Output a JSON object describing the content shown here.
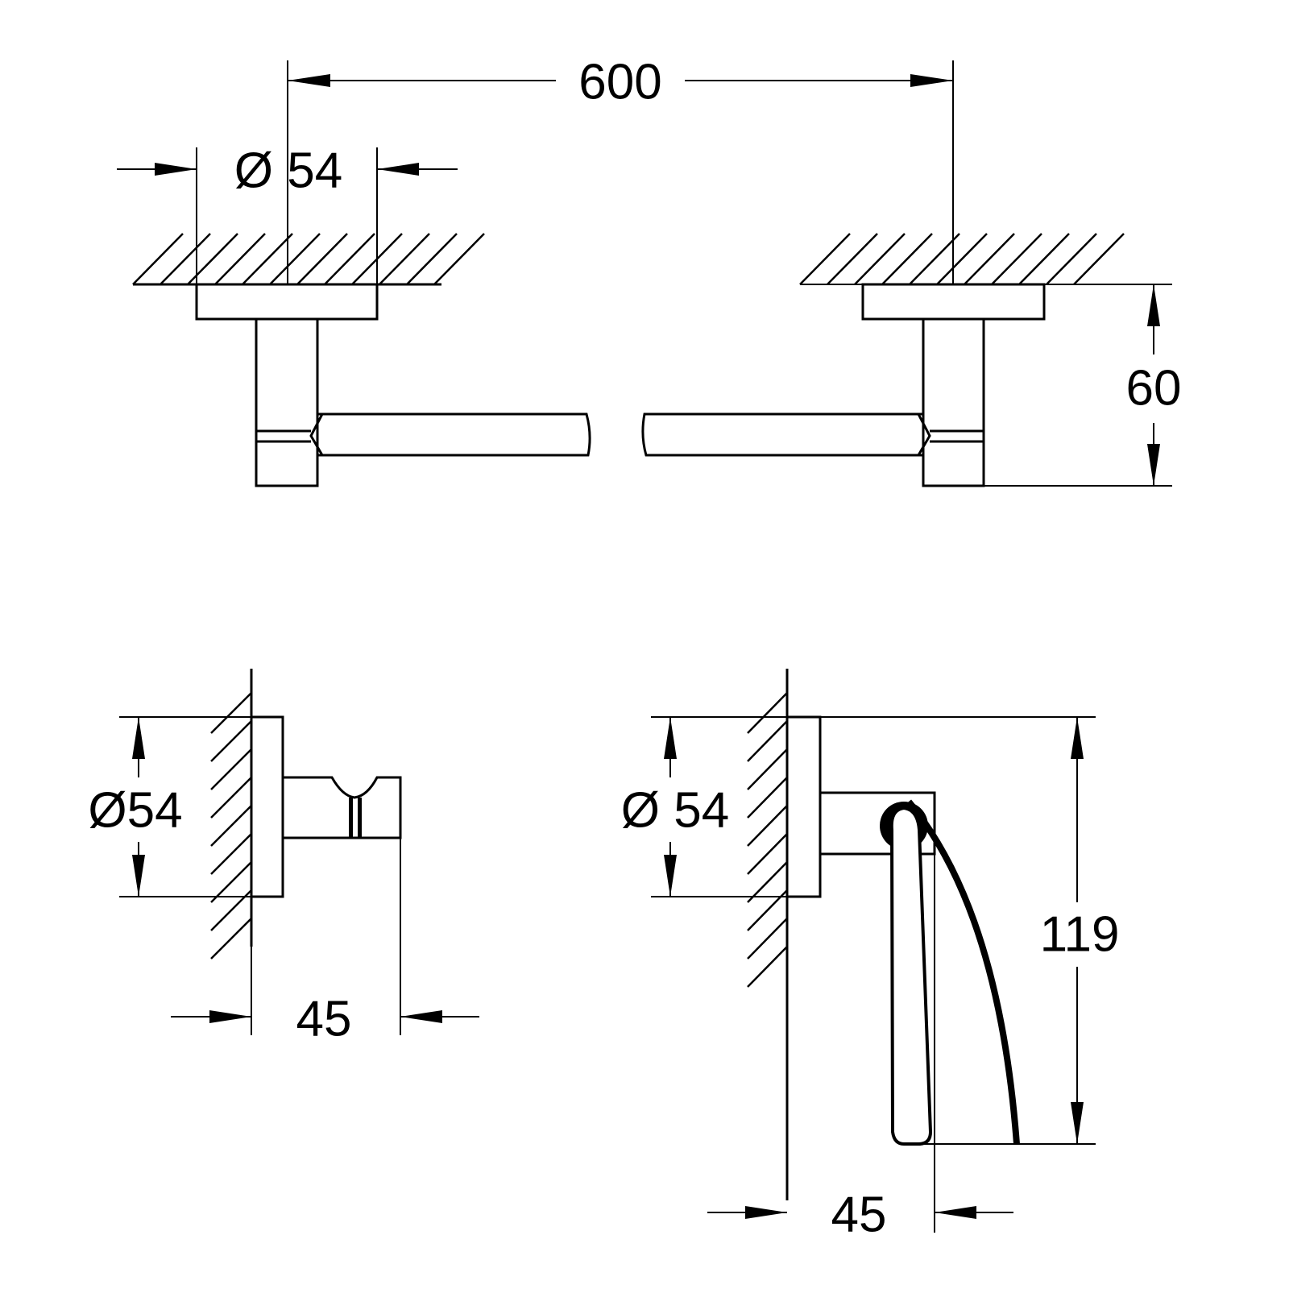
{
  "towel_bar": {
    "length_label": "600",
    "rosette_diameter_label": "Ø 54",
    "projection_label": "60"
  },
  "robe_hook": {
    "rosette_diameter_label": "Ø54",
    "projection_label": "45"
  },
  "paper_holder": {
    "rosette_diameter_label": "Ø 54",
    "height_label": "119",
    "projection_label": "45"
  },
  "colors": {
    "line": "#000000",
    "background": "#ffffff"
  }
}
